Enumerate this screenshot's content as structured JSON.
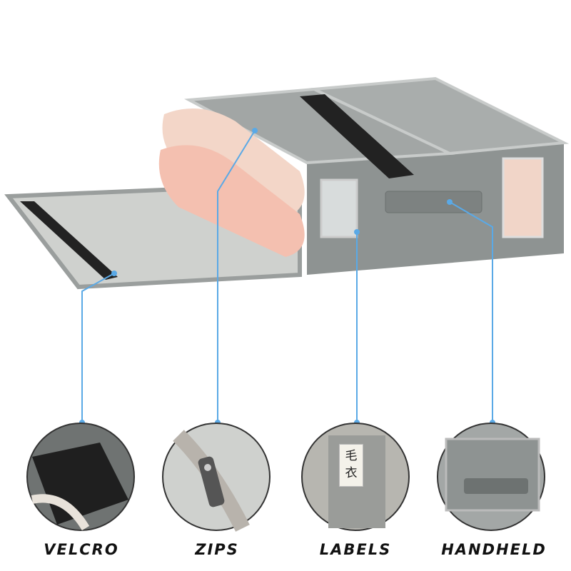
{
  "features": [
    {
      "label": "VELCRO",
      "icon": "velcro-closeup"
    },
    {
      "label": "ZIPS",
      "icon": "zipper-closeup"
    },
    {
      "label": "LABELS",
      "icon": "label-window-closeup",
      "tag_text": "毛衣"
    },
    {
      "label": "HANDHELD",
      "icon": "handle-closeup"
    }
  ],
  "colors": {
    "callout_line": "#5aa9e6",
    "box": "#8e9392",
    "lid": "#a9adac",
    "towel": "#f4c9b8"
  }
}
